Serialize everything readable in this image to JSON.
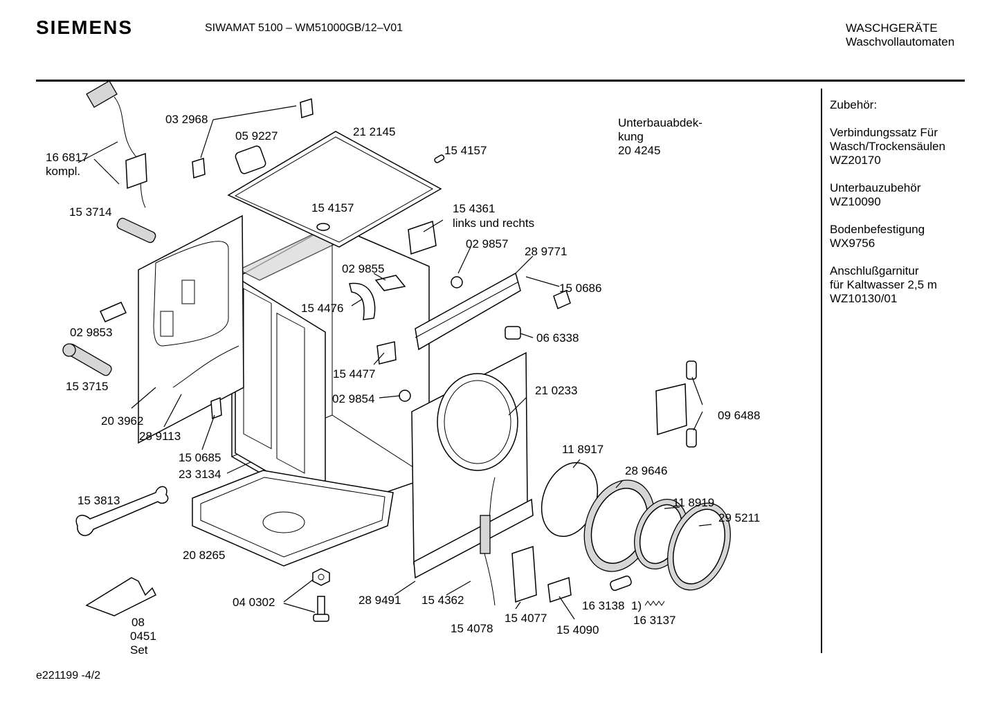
{
  "header": {
    "brand": "SIEMENS",
    "model": "SIWAMAT 5100 – WM51000GB/12–V01",
    "category": [
      "WASCHGERÄTE",
      "Waschvollautomaten"
    ]
  },
  "accessories": {
    "title": "Zubehör:",
    "groups": [
      [
        "Verbindungssatz Für",
        "Wasch/Trockensäulen",
        "WZ20170"
      ],
      [
        "Unterbauzubehör",
        "WZ10090"
      ],
      [
        "Bodenbefestigung",
        "WX9756"
      ],
      [
        "Anschlußgarnitur",
        "für Kaltwasser 2,5 m",
        "WZ10130/01"
      ]
    ]
  },
  "labels": {
    "p166817": "16 6817",
    "kompl": "kompl.",
    "p032968": "03 2968",
    "p059227": "05 9227",
    "p212145": "21 2145",
    "p154157a": "15 4157",
    "p154157b": "15 4157",
    "unterbau1": "Unterbauabdek-",
    "unterbau2": "kung",
    "unterbau3": "20 4245",
    "p153714": "15 3714",
    "p154361": "15 4361",
    "links": "links und rechts",
    "p029857": "02 9857",
    "p289771": "28 9771",
    "p029855": "02 9855",
    "p150686": "15 0686",
    "p154476": "15 4476",
    "p029853": "02 9853",
    "p066338": "06 6338",
    "p153715": "15 3715",
    "p154477": "15 4477",
    "p210233": "21 0233",
    "p029854": "02 9854",
    "p203962": "20 3962",
    "p096488": "09 6488",
    "p289113": "28 9113",
    "p150685": "15 0685",
    "p118917": "11 8917",
    "p233134": "23 3134",
    "p289646": "28 9646",
    "p153813": "15 3813",
    "p118919": "11 8919",
    "p295211": "29 5211",
    "p208265": "20 8265",
    "p040302": "04 0302",
    "p289491": "28 9491",
    "p154362": "15 4362",
    "p163138": "16 3138",
    "note1": "1)",
    "p154077": "15 4077",
    "p163137": "16 3137",
    "p154078": "15 4078",
    "p154090": "15 4090",
    "p08": "08",
    "p0451": "0451",
    "set": "Set"
  },
  "footer": {
    "code": "e221199 -4/2"
  }
}
